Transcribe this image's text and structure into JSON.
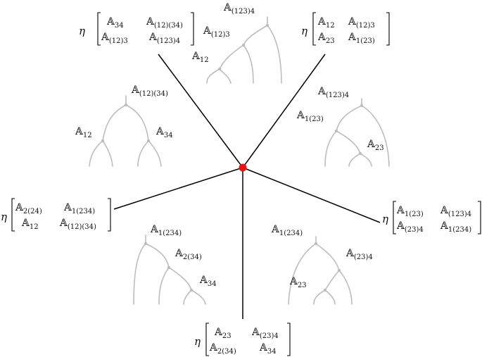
{
  "symbol": "𝔸",
  "eta": "η",
  "matrices": {
    "top_left": {
      "a": "34",
      "b": "(12)(34)",
      "c": "(12)3",
      "d": "(123)4"
    },
    "top_right": {
      "a": "12",
      "b": "(12)3",
      "c": "23",
      "d": "1(23)"
    },
    "left": {
      "a": "2(24)",
      "b": "1(234)",
      "c": "12",
      "d": "(12)(34)"
    },
    "right": {
      "a": "1(23)",
      "b": "(123)4",
      "c": "(23)4",
      "d": "1(234)"
    },
    "bottom": {
      "a": "23",
      "b": "(23)4",
      "c": "2(34)",
      "d": "34"
    }
  },
  "trees": {
    "top": {
      "root": "(123)4",
      "mid": "(12)3",
      "low": "12"
    },
    "upper_left": {
      "root": "(12)(34)",
      "left": "12",
      "right": "34"
    },
    "upper_right": {
      "root": "(123)4",
      "mid": "1(23)",
      "low": "23"
    },
    "lower_left": {
      "root": "1(234)",
      "mid": "2(34)",
      "low": "34"
    },
    "lower_right": {
      "root": "1(234)",
      "mid": "(23)4",
      "low": "23"
    }
  },
  "center_color": "#ee1111"
}
